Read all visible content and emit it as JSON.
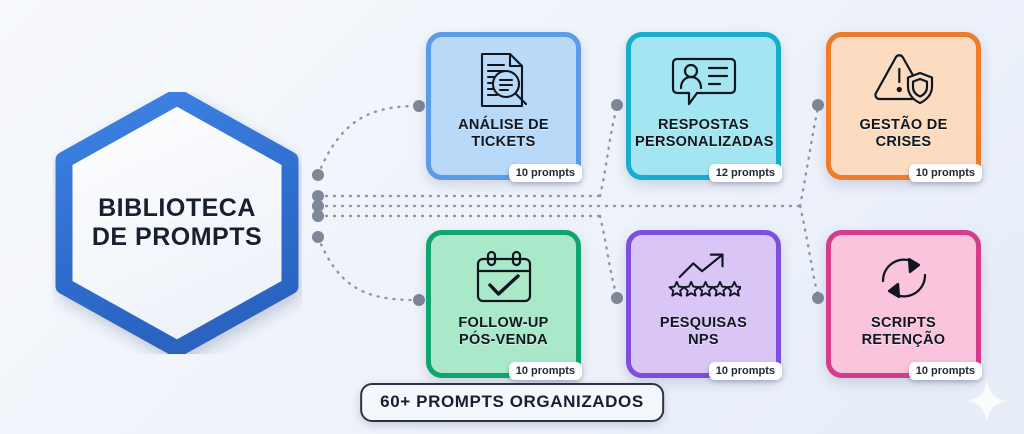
{
  "hub": {
    "title_line1": "BIBLIOTECA",
    "title_line2": "DE PROMPTS",
    "border_color": "#2f6fd0",
    "fill_color": "#f4f7fc"
  },
  "cards": [
    {
      "title_line1": "ANÁLISE DE",
      "title_line2": "TICKETS",
      "badge": "10 prompts",
      "icon": "document-magnifier-icon",
      "fill_color": "#b9d9f9",
      "border_color": "#5a9ce8"
    },
    {
      "title_line1": "RESPOSTAS",
      "title_line2": "PERSONALIZADAS",
      "badge": "12 prompts",
      "icon": "chat-person-icon",
      "fill_color": "#a3e6f2",
      "border_color": "#17aecd"
    },
    {
      "title_line1": "GESTÃO DE",
      "title_line2": "CRISES",
      "badge": "10 prompts",
      "icon": "warning-shield-icon",
      "fill_color": "#fbdcc1",
      "border_color": "#ed7d2b"
    },
    {
      "title_line1": "FOLLOW-UP",
      "title_line2": "PÓS-VENDA",
      "badge": "10 prompts",
      "icon": "calendar-check-icon",
      "fill_color": "#a9e8c8",
      "border_color": "#10a56f"
    },
    {
      "title_line1": "PESQUISAS",
      "title_line2": "NPS",
      "badge": "10 prompts",
      "icon": "trend-stars-icon",
      "fill_color": "#d9c6f7",
      "border_color": "#7d4fdc"
    },
    {
      "title_line1": "SCRIPTS",
      "title_line2": "RETENÇÃO",
      "badge": "10 prompts",
      "icon": "refresh-cycle-icon",
      "fill_color": "#f9c4dc",
      "border_color": "#d63c8c"
    }
  ],
  "footer": {
    "label": "60+ PROMPTS ORGANIZADOS"
  },
  "decoration": {
    "sparkle": "sparkle-icon"
  }
}
